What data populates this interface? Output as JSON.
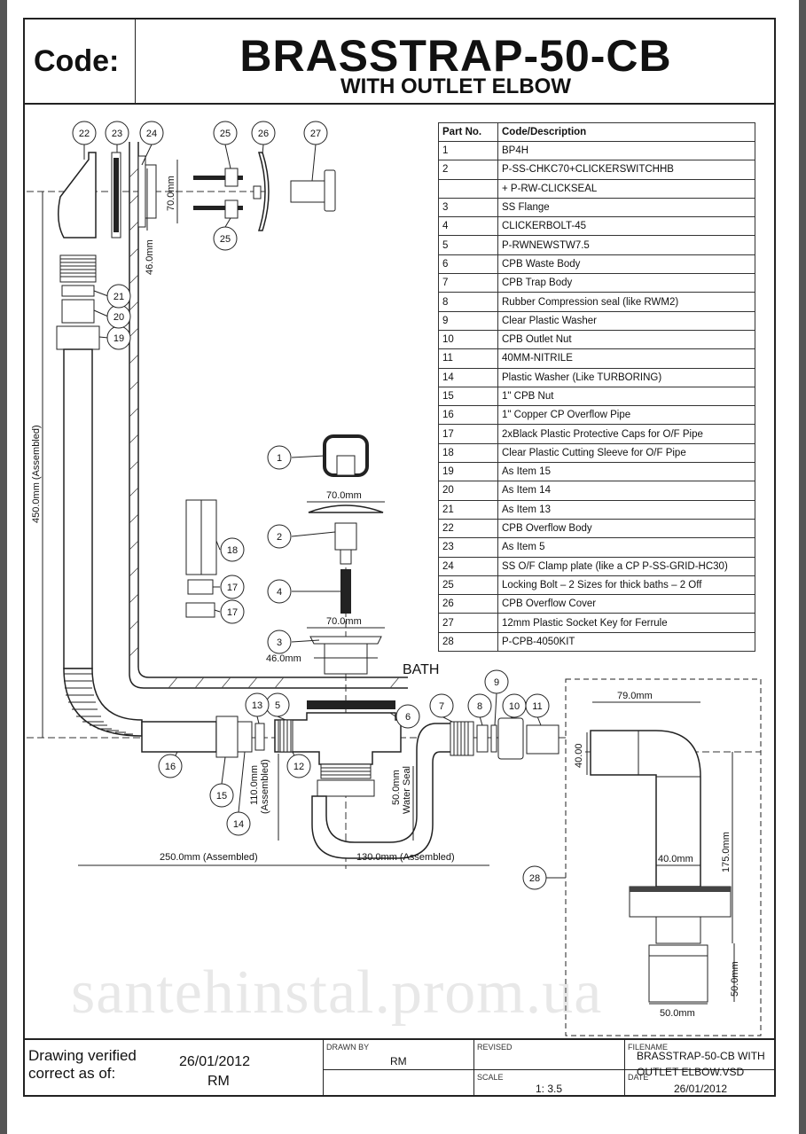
{
  "header": {
    "code_label": "Code:",
    "title": "BRASSTRAP-50-CB",
    "subtitle": "WITH OUTLET ELBOW"
  },
  "parts_table": {
    "col_part_no": "Part No.",
    "col_desc": "Code/Description",
    "rows": [
      {
        "no": "1",
        "desc": "BP4H"
      },
      {
        "no": "2",
        "desc": "P-SS-CHKC70+CLICKERSWITCHHB"
      },
      {
        "no": "",
        "desc": "+ P-RW-CLICKSEAL"
      },
      {
        "no": "3",
        "desc": "SS Flange"
      },
      {
        "no": "4",
        "desc": "CLICKERBOLT-45"
      },
      {
        "no": "5",
        "desc": "P-RWNEWSTW7.5"
      },
      {
        "no": "6",
        "desc": "CPB Waste Body"
      },
      {
        "no": "7",
        "desc": "CPB Trap Body"
      },
      {
        "no": "8",
        "desc": "Rubber Compression seal (like RWM2)"
      },
      {
        "no": "9",
        "desc": "Clear Plastic Washer"
      },
      {
        "no": "10",
        "desc": "CPB Outlet Nut"
      },
      {
        "no": "11",
        "desc": "40MM-NITRILE"
      },
      {
        "no": "14",
        "desc": "Plastic Washer (Like TURBORING)"
      },
      {
        "no": "15",
        "desc": "1\" CPB Nut"
      },
      {
        "no": "16",
        "desc": "1\" Copper CP Overflow Pipe"
      },
      {
        "no": "17",
        "desc": "2xBlack Plastic Protective Caps for O/F Pipe"
      },
      {
        "no": "18",
        "desc": "Clear Plastic Cutting Sleeve for O/F Pipe"
      },
      {
        "no": "19",
        "desc": "As Item 15"
      },
      {
        "no": "20",
        "desc": "As Item 14"
      },
      {
        "no": "21",
        "desc": "As Item 13"
      },
      {
        "no": "22",
        "desc": "CPB Overflow Body"
      },
      {
        "no": "23",
        "desc": "As Item 5"
      },
      {
        "no": "24",
        "desc": "SS O/F Clamp plate (like a CP P-SS-GRID-HC30)"
      },
      {
        "no": "25",
        "desc": "Locking Bolt – 2 Sizes for thick baths – 2 Off"
      },
      {
        "no": "26",
        "desc": "CPB Overflow Cover"
      },
      {
        "no": "27",
        "desc": "12mm Plastic Socket Key for Ferrule"
      },
      {
        "no": "28",
        "desc": "P-CPB-4050KIT"
      }
    ]
  },
  "drawing": {
    "bath_label": "BATH",
    "dims": {
      "d70_top": "70.0mm",
      "d46_vert": "46.0mm",
      "d450": "450.0mm (Assembled)",
      "d70_clicker": "70.0mm",
      "d70_flange": "70.0mm",
      "d46_flange": "46.0mm",
      "d110": "110.0mm",
      "d110_sub": "(Assembled)",
      "d50_seal": "50.0mm",
      "d50_seal_sub": "Water Seal",
      "d250": "250.0mm (Assembled)",
      "d130": "130.0mm (Assembled)",
      "d79": "79.0mm",
      "d40_vert": "40.00",
      "d40_horiz": "40.0mm",
      "d175": "175.0mm",
      "d50_vert": "50.0mm",
      "d50_horiz": "50.0mm"
    },
    "bubbles": [
      "1",
      "2",
      "3",
      "4",
      "5",
      "6",
      "7",
      "8",
      "9",
      "10",
      "11",
      "12",
      "13",
      "14",
      "15",
      "16",
      "17",
      "17",
      "18",
      "19",
      "20",
      "21",
      "22",
      "23",
      "24",
      "25",
      "25",
      "26",
      "27",
      "28"
    ]
  },
  "footer": {
    "verified_label": "Drawing verified correct as of:",
    "verified_date": "26/01/2012",
    "verified_initials": "RM",
    "drawn_by_label": "DRAWN BY",
    "drawn_by": "RM",
    "revised_label": "REVISED",
    "filename_label": "FILENAME",
    "filename": "BRASSTRAP-50-CB WITH OUTLET ELBOW.VSD",
    "scale_label": "SCALE",
    "scale": "1: 3.5",
    "date_label": "DATE",
    "date": "26/01/2012"
  },
  "watermark": "santehinstal.prom.ua"
}
